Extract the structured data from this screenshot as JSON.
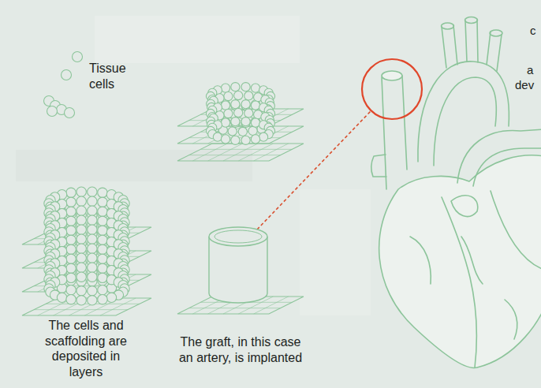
{
  "diagram": {
    "labels": [
      "Tissue cells",
      "The cells and scaffolding are deposited in layers",
      "The graft, in this case an artery, is implanted",
      "c",
      "a",
      "dev"
    ]
  }
}
